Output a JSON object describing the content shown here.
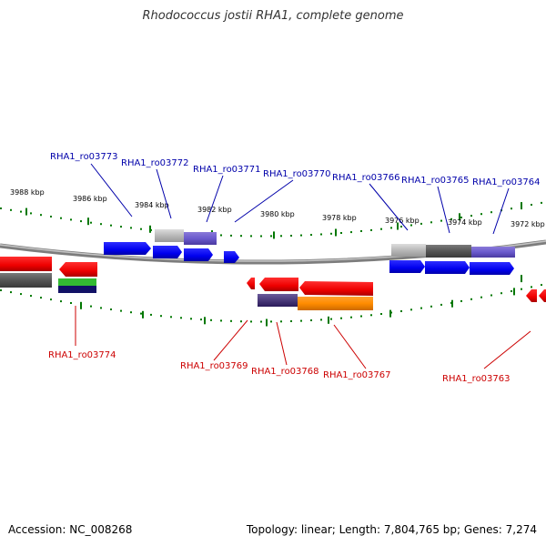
{
  "title": "Rhodococcus jostii RHA1, complete genome",
  "footer": {
    "accession": "Accession: NC_008268",
    "summary": "Topology: linear; Length: 7,804,765 bp; Genes: 7,274"
  },
  "colors": {
    "forward_label": "#0000aa",
    "reverse_label": "#cc0000",
    "tick": "#007700",
    "backbone": "#888888"
  },
  "scale": {
    "unit": "kbp",
    "ticks": [
      {
        "label": "3988 kbp"
      },
      {
        "label": "3986 kbp"
      },
      {
        "label": "3984 kbp"
      },
      {
        "label": "3982 kbp"
      },
      {
        "label": "3980 kbp"
      },
      {
        "label": "3978 kbp"
      },
      {
        "label": "3976 kbp"
      },
      {
        "label": "3974 kbp"
      },
      {
        "label": "3972 kbp"
      }
    ]
  },
  "genes": {
    "forward": [
      {
        "name": "RHA1_ro03773"
      },
      {
        "name": "RHA1_ro03772"
      },
      {
        "name": "RHA1_ro03771"
      },
      {
        "name": "RHA1_ro03770"
      },
      {
        "name": "RHA1_ro03766"
      },
      {
        "name": "RHA1_ro03765"
      },
      {
        "name": "RHA1_ro03764"
      }
    ],
    "reverse": [
      {
        "name": "RHA1_ro03774"
      },
      {
        "name": "RHA1_ro03769"
      },
      {
        "name": "RHA1_ro03768"
      },
      {
        "name": "RHA1_ro03767"
      },
      {
        "name": "RHA1_ro03763"
      }
    ]
  }
}
